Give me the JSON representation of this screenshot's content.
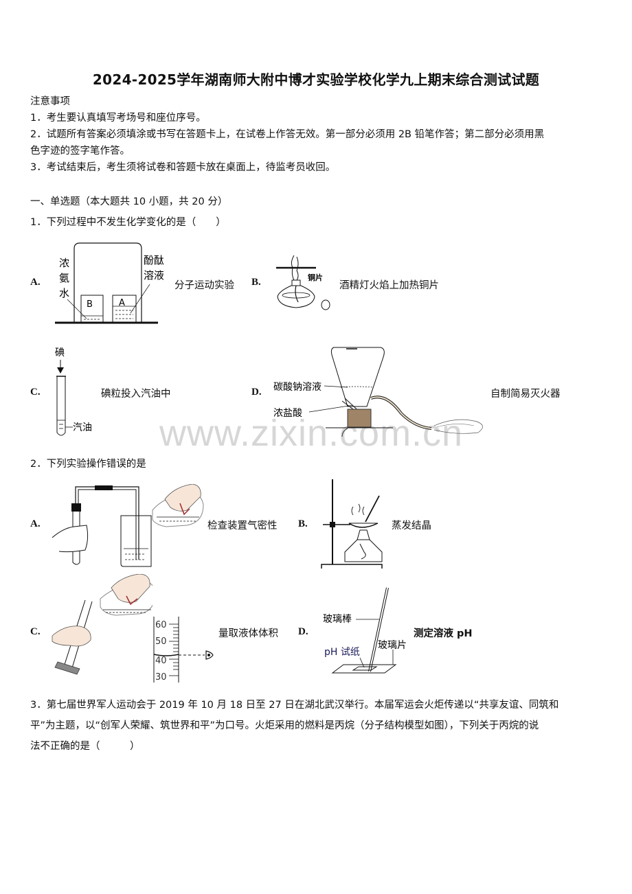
{
  "document": {
    "title": "2024-2025学年湖南师大附中博才实验学校化学九上期末综合测试试题",
    "notes": {
      "heading": "注意事项",
      "items": [
        "1．考生要认真填写考场号和座位序号。",
        "2．试题所有答案必须填涂或书写在答题卡上，在试卷上作答无效。第一部分必须用 2B 铅笔作答；第二部分必须用黑",
        "色字迹的签字笔作答。",
        "3．考试结束后，考生须将试卷和答题卡放在桌面上，待监考员收回。"
      ]
    },
    "section": "一、单选题（本大题共 10 小题，共 20 分）",
    "questions": [
      {
        "stem": "1．下列过程中不发生化学变化的是（　　）",
        "options": [
          {
            "letter": "A.",
            "caption": "分子运动实验",
            "labels": {
              "left": [
                "浓",
                "氨",
                "水"
              ],
              "right": [
                "酚酞",
                "溶液"
              ],
              "beaker_b": "B",
              "beaker_a": "A"
            }
          },
          {
            "letter": "B.",
            "caption": "酒精灯火焰上加热铜片",
            "labels": {
              "plate": "铜片"
            }
          },
          {
            "letter": "C.",
            "caption": "碘粒投入汽油中",
            "labels": {
              "top": "碘",
              "liquid": "汽油"
            }
          },
          {
            "letter": "D.",
            "caption": "自制简易灭火器",
            "labels": {
              "upper": "碳酸钠溶液",
              "lower": "浓盐酸"
            }
          }
        ]
      },
      {
        "stem": "2．下列实验操作错误的是",
        "options": [
          {
            "letter": "A.",
            "caption": "检查装置气密性"
          },
          {
            "letter": "B.",
            "caption": "蒸发结晶"
          },
          {
            "letter": "C.",
            "caption": "量取液体体积",
            "scale": [
              "60",
              "50",
              "40",
              "30"
            ]
          },
          {
            "letter": "D.",
            "caption": "测定溶液 pH",
            "labels": {
              "rod": "玻璃棒",
              "paper": "pH 试纸",
              "glass": "玻璃片"
            }
          }
        ]
      },
      {
        "stem_lines": [
          "3．第七届世界军人运动会于 2019 年 10 月 18 日至 27 日在湖北武汉举行。本届军运会火炬传递以“共享友谊、同筑和",
          "平”为主题，以“创军人荣耀、筑世界和平”为口号。火炬采用的燃料是丙烷（分子结构模型如图），下列关于丙烷的说",
          "法不正确的是（　　　）"
        ]
      }
    ],
    "watermark": "www.zixin.com.cn"
  }
}
